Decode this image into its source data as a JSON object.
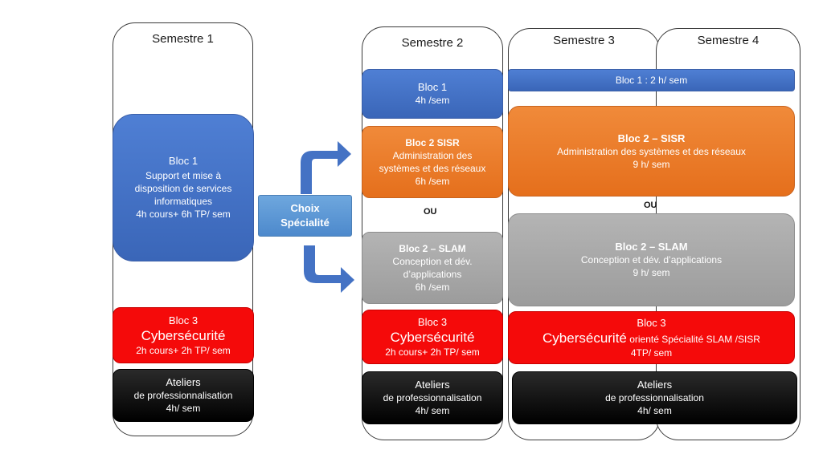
{
  "columns": {
    "s1": {
      "title": "Semestre 1"
    },
    "s2": {
      "title": "Semestre 2"
    },
    "s3": {
      "title": "Semestre 3"
    },
    "s4": {
      "title": "Semestre 4"
    }
  },
  "s1": {
    "bloc1": {
      "title": "Bloc 1",
      "line1": "Support et mise à",
      "line2": "disposition de services",
      "line3": "informatiques",
      "line4": "4h cours+ 6h  TP/ sem"
    },
    "bloc3": {
      "title": "Bloc 3",
      "name": "Cybersécurité",
      "hours": "2h cours+ 2h  TP/ sem"
    },
    "ateliers": {
      "title": "Ateliers",
      "subtitle": "de professionnalisation",
      "hours": "4h/ sem"
    }
  },
  "choice": {
    "line1": "Choix",
    "line2": "Spécialité"
  },
  "s2": {
    "bloc1": {
      "title": "Bloc 1",
      "hours": "4h /sem"
    },
    "sisr": {
      "title": "Bloc 2 SISR",
      "line1": "Administration des",
      "line2": "systèmes et des réseaux",
      "hours": "6h /sem"
    },
    "or_label": "OU",
    "slam": {
      "title": "Bloc 2 –  SLAM",
      "line1": "Conception et dév.",
      "line2": "d’applications",
      "hours": "6h /sem"
    },
    "bloc3": {
      "title": "Bloc 3",
      "name": "Cybersécurité",
      "hours": "2h cours+ 2h  TP/ sem"
    },
    "ateliers": {
      "title": "Ateliers",
      "subtitle": "de professionnalisation",
      "hours": "4h/ sem"
    }
  },
  "s34": {
    "bloc1": {
      "label": "Bloc 1 : 2 h/ sem"
    },
    "sisr": {
      "title": "Bloc 2 – SISR",
      "line1": "Administration des systèmes et des réseaux",
      "hours": "9 h/ sem"
    },
    "or_label": "OU",
    "slam": {
      "title": "Bloc 2 – SLAM",
      "line1": "Conception et dév. d’applications",
      "hours": "9 h/ sem"
    },
    "bloc3": {
      "title": "Bloc 3",
      "name": "Cybersécurité",
      "suffix": " orienté Spécialité SLAM /SISR",
      "hours": "4TP/ sem"
    },
    "ateliers": {
      "title": "Ateliers",
      "subtitle": "de professionnalisation",
      "hours": "4h/ sem"
    }
  },
  "colors": {
    "blue": "#4472c4",
    "orange": "#ed7d31",
    "gray": "#a5a5a5",
    "red": "#ff0000",
    "black": "#000000",
    "arrow": "#4472c4"
  }
}
